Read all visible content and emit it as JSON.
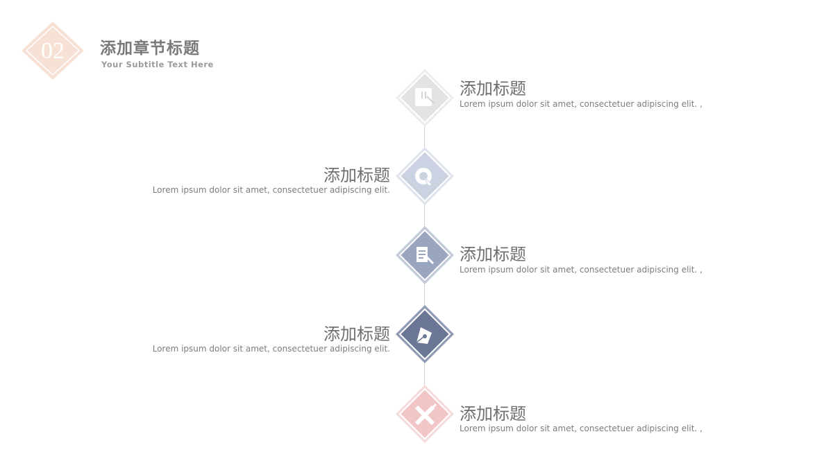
{
  "header": {
    "number": "02",
    "title": "添加章节标题",
    "subtitle": "Your Subtitle Text Here"
  },
  "steps": [
    {
      "title": "添加标题",
      "desc": "Lorem ipsum dolor sit amet, consectetuer adipiscing elit. ,",
      "icon": "clipboard-icon",
      "color": "#e3e3e3"
    },
    {
      "title": "添加标题",
      "desc": "Lorem ipsum dolor sit amet, consectetuer adipiscing elit.",
      "icon": "target-pointer-icon",
      "color": "#cbd3e3"
    },
    {
      "title": "添加标题",
      "desc": "Lorem ipsum dolor sit amet, consectetuer adipiscing elit. ,",
      "icon": "document-edit-icon",
      "color": "#9aa6bf"
    },
    {
      "title": "添加标题",
      "desc": "Lorem ipsum dolor sit amet, consectetuer adipiscing elit.",
      "icon": "pen-nib-icon",
      "color": "#6a7795"
    },
    {
      "title": "添加标题",
      "desc": "Lorem ipsum dolor sit amet, consectetuer adipiscing elit. ,",
      "icon": "pencil-ruler-icon",
      "color": "#f1c6c6"
    }
  ],
  "colors": {
    "badge": "#f3d5c4",
    "connector": "#cfcfcf",
    "text_dark": "#6f6f6f"
  }
}
